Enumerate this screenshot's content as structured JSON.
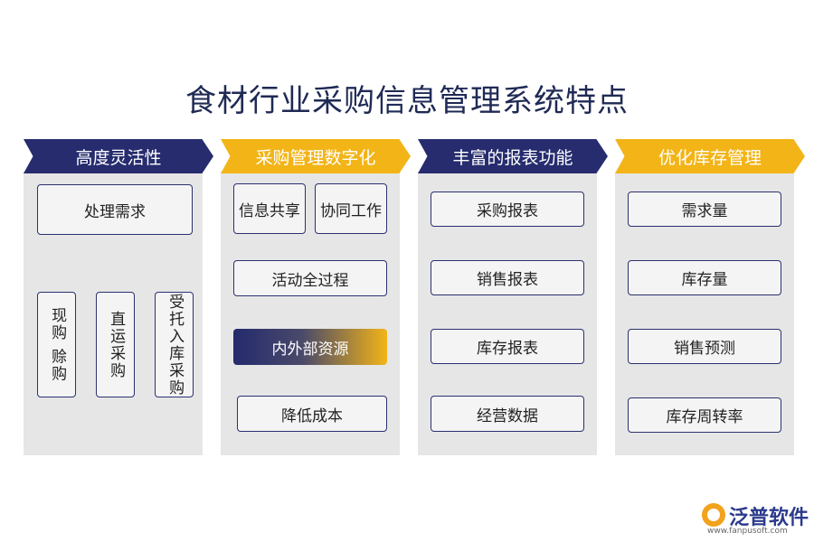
{
  "title": "食材行业采购信息管理系统特点",
  "columns": [
    {
      "header": "高度灵活性",
      "items": [
        "处理需求",
        "现购 赊购",
        "直运采购",
        "受托入库采购"
      ]
    },
    {
      "header": "采购管理数字化",
      "items": [
        "信息共享",
        "协同工作",
        "活动全过程",
        "内外部资源",
        "降低成本"
      ]
    },
    {
      "header": "丰富的报表功能",
      "items": [
        "采购报表",
        "销售报表",
        "库存报表",
        "经营数据"
      ]
    },
    {
      "header": "优化库存管理",
      "items": [
        "需求量",
        "库存量",
        "销售预测",
        "库存周转率"
      ]
    }
  ],
  "logo": {
    "name": "泛普软件",
    "url": "www.fanpusoft.com"
  },
  "colors": {
    "navy": "#262c6e",
    "gold": "#f2b417",
    "panel": "#e6e6e6"
  }
}
